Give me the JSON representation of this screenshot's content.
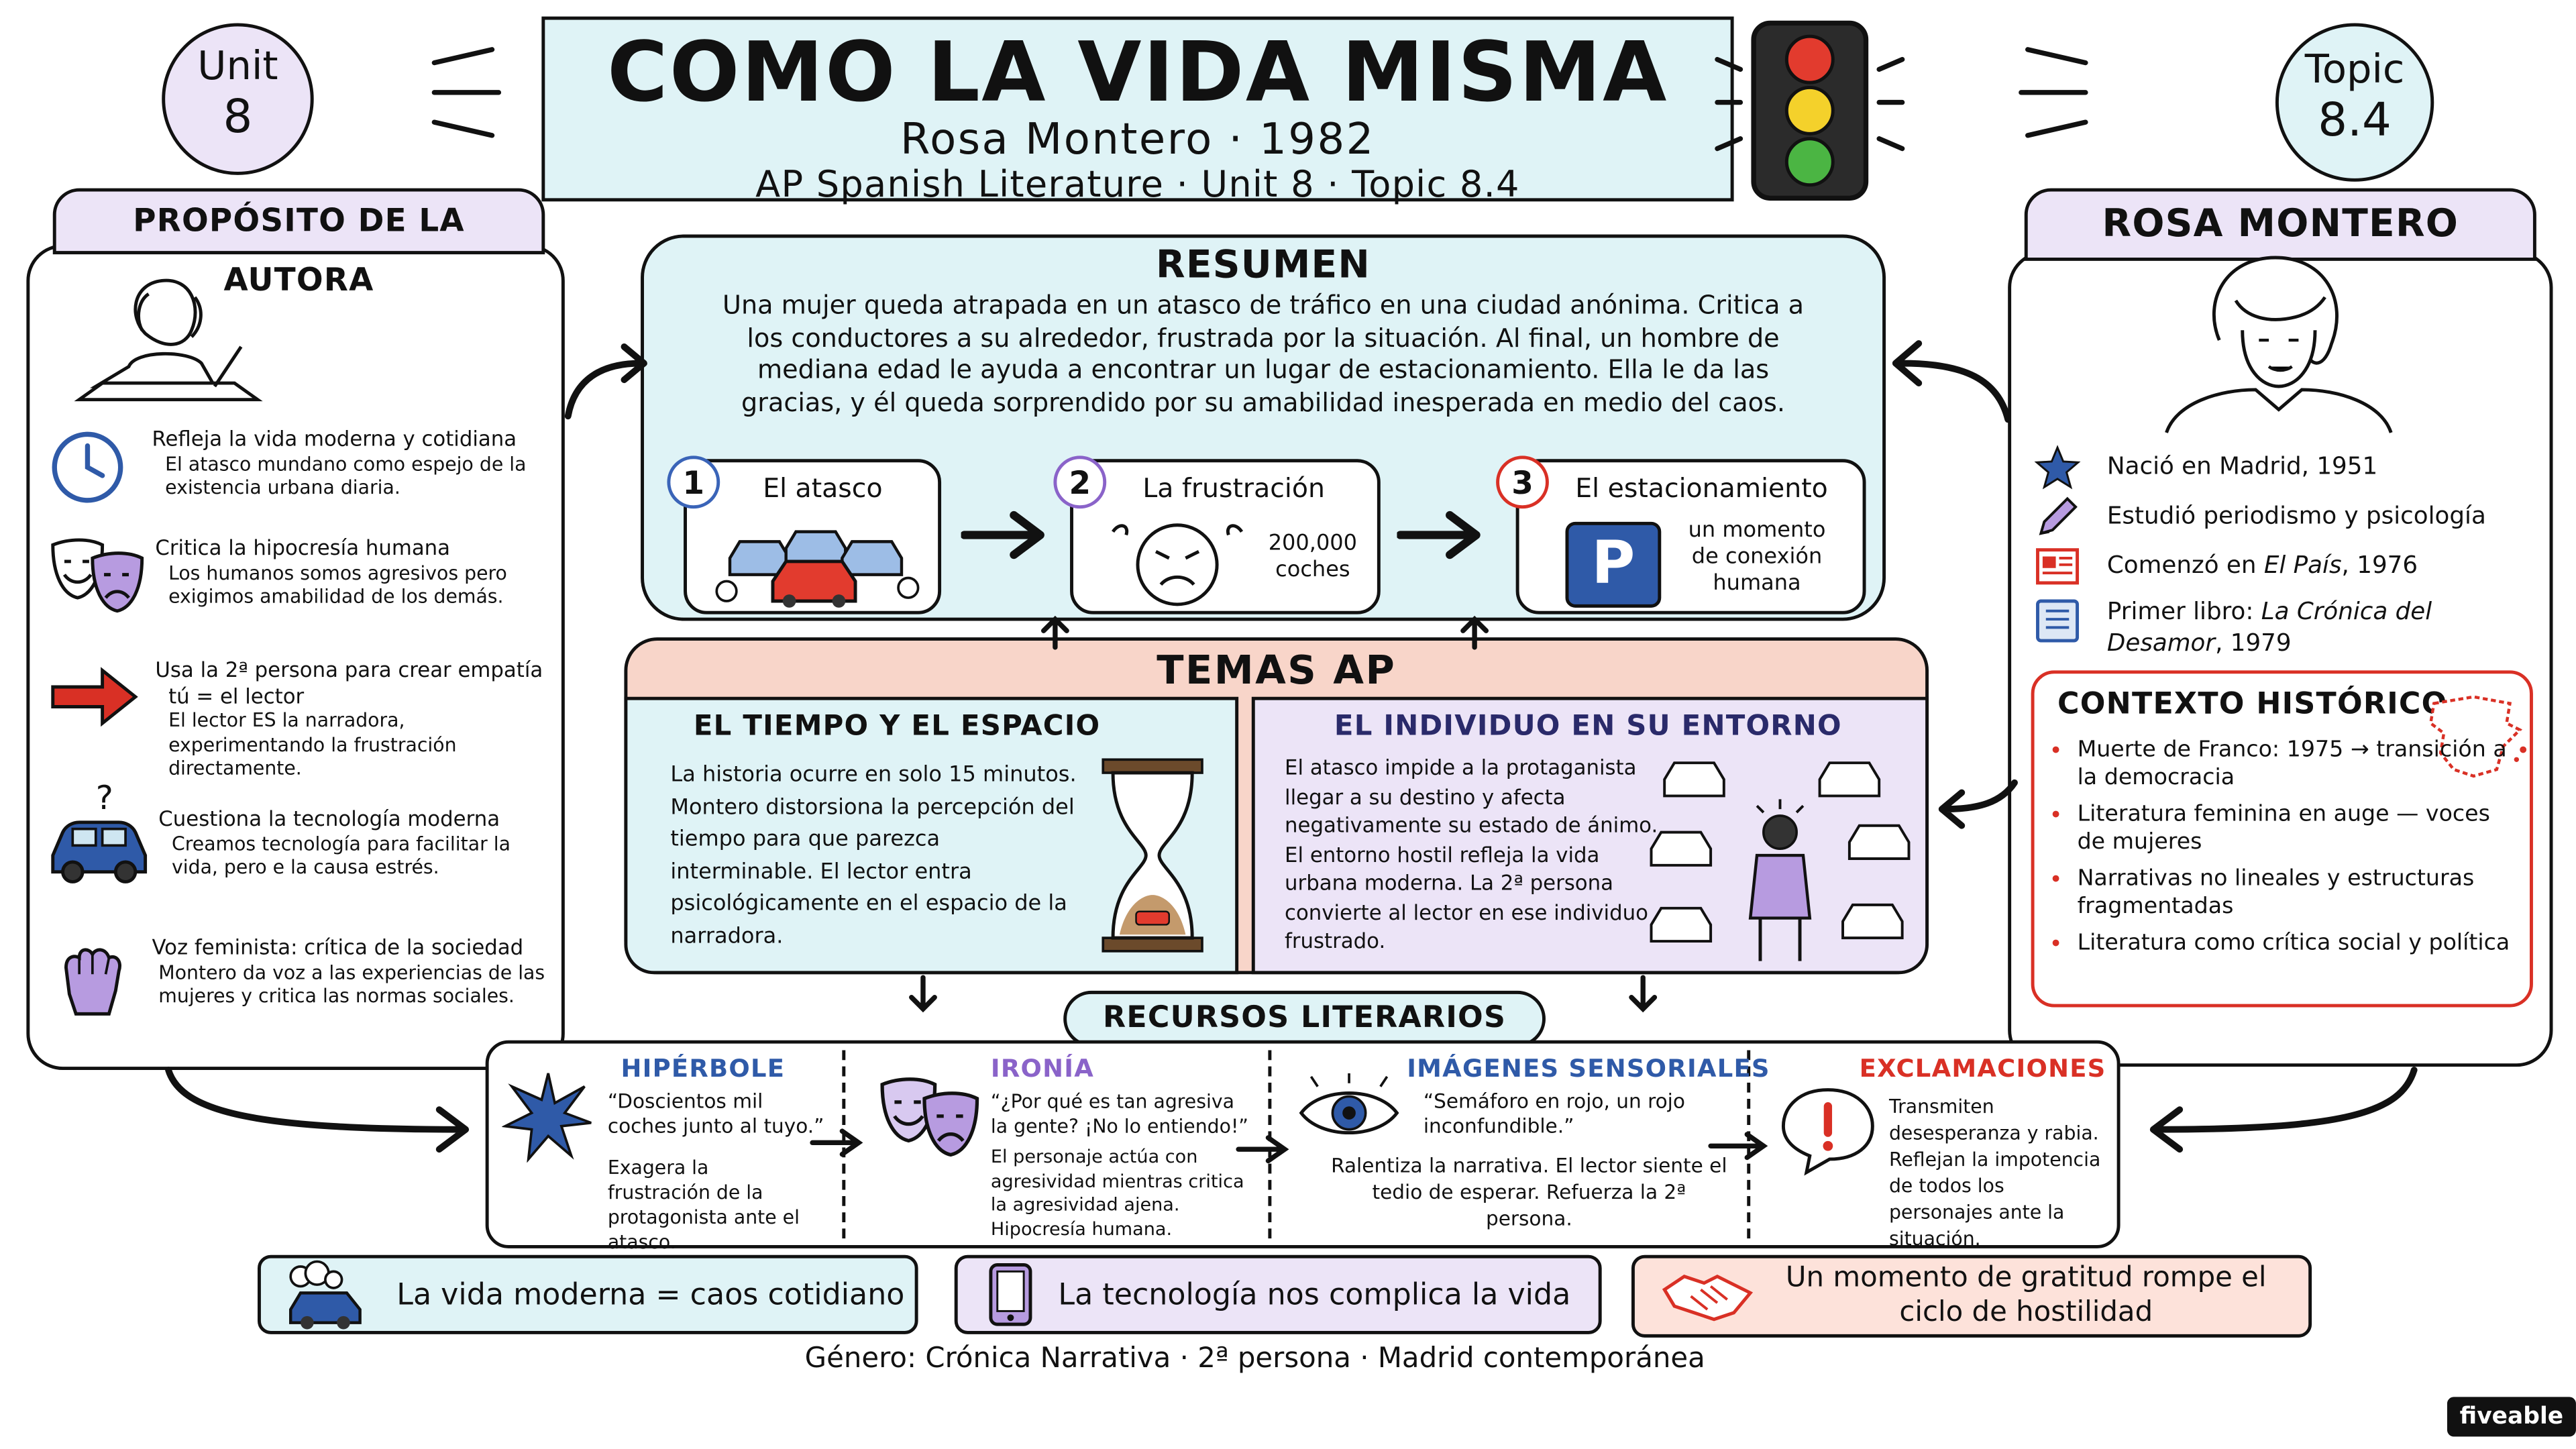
{
  "header": {
    "title": "COMO LA VIDA MISMA",
    "author_year": "Rosa Montero · 1982",
    "course": "AP Spanish Literature · Unit 8 · Topic 8.4",
    "unit_badge": [
      "Unit",
      "8"
    ],
    "topic_badge": [
      "Topic",
      "8.4"
    ]
  },
  "proposito": {
    "title": "PROPÓSITO DE LA AUTORA",
    "items": [
      {
        "icon": "clock-icon",
        "head": "Refleja la vida moderna y cotidiana",
        "body": "El atasco mundano como espejo de la existencia urbana diaria."
      },
      {
        "icon": "theater-masks-icon",
        "head": "Critica la hipocresía humana",
        "body": "Los humanos somos agresivos pero exigimos amabilidad de los demás."
      },
      {
        "icon": "red-arrow-icon",
        "head": "Usa la 2ª persona para crear empatía",
        "line2": "tú = el lector",
        "body": "El lector ES la narradora, experimentando la frustración directamente."
      },
      {
        "icon": "car-question-icon",
        "head": "Cuestiona la tecnología moderna",
        "body": "Creamos tecnología para facilitar la vida, pero e la causa estrés."
      },
      {
        "icon": "raised-fist-icon",
        "head": "Voz feminista: crítica de la sociedad",
        "body": "Montero da voz a las experiencias de las mujeres y critica las normas sociales."
      }
    ]
  },
  "resumen": {
    "title": "RESUMEN",
    "text": "Una mujer queda atrapada en un atasco de tráfico en una ciudad anónima. Critica a los conductores a su alrededor, frustrada por la situación. Al final, un hombre de mediana edad le ayuda a encontrar un lugar de estacionamiento. Ella le da las gracias, y él queda sorprendido por su amabilidad inesperada en medio del caos.",
    "steps": [
      {
        "num": "1",
        "label": "El atasco",
        "color": "#3a64b8"
      },
      {
        "num": "2",
        "label": "La frustración",
        "color": "#8a63c9",
        "note": "200,000 coches"
      },
      {
        "num": "3",
        "label": "El estacionamiento",
        "color": "#d93025",
        "note": "un momento de conexión humana",
        "sign": "P"
      }
    ]
  },
  "rosa": {
    "title": "ROSA MONTERO",
    "facts": [
      {
        "icon": "star-icon",
        "text": "Nació en Madrid, 1951"
      },
      {
        "icon": "pen-icon",
        "text": "Estudió periodismo y psicología"
      },
      {
        "icon": "newspaper-icon",
        "text_a": "Comenzó en ",
        "text_b": "El País",
        "text_c": ", 1976"
      },
      {
        "icon": "book-icon",
        "text_a": "Primer libro: ",
        "text_b": "La Crónica del Desamor",
        "text_c": ", 1979"
      }
    ]
  },
  "contexto": {
    "title": "CONTEXTO HISTÓRICO",
    "items": [
      "Muerte de Franco: 1975 → transición a la democracia",
      "Literatura feminina en auge — voces de mujeres",
      "Narrativas no lineales y estructuras fragmentadas",
      "Literatura como crítica social y política"
    ]
  },
  "temas": {
    "title": "TEMAS AP",
    "tiempo": {
      "title": "EL TIEMPO Y EL ESPACIO",
      "text": "La historia ocurre en solo 15 minutos. Montero distorsiona la percepción del tiempo para que parezca interminable. El lector entra psicológicamente en el espacio de la narradora."
    },
    "individuo": {
      "title": "EL INDIVIDUO EN SU ENTORNO",
      "text": "El atasco impide a la protaganista llegar a su destino y afecta negativamente su estado de ánimo. El entorno hostil refleja la vida urbana moderna. La 2ª persona convierte al lector en ese individuo frustrado."
    }
  },
  "recursos": {
    "title": "RECURSOS LITERARIOS",
    "items": [
      {
        "title": "HIPÉRBOLE",
        "color": "#2f5aa8",
        "quote": "“Doscientos mil coches junto al tuyo.”",
        "body": "Exagera la frustración de la protagonista ante el atasco."
      },
      {
        "title": "IRONÍA",
        "color": "#8a63c9",
        "quote": "“¿Por qué es tan agresiva la gente? ¡No lo entiendo!”",
        "body": "El personaje actúa con agresividad mientras critica la agresividad ajena. Hipocresía humana."
      },
      {
        "title": "IMÁGENES SENSORIALES",
        "color": "#2f5aa8",
        "quote": "“Semáforo en rojo, un rojo inconfundible.”",
        "body": "Ralentiza la narrativa. El lector siente el tedio de esperar. Refuerza la 2ª persona."
      },
      {
        "title": "EXCLAMACIONES",
        "color": "#d93025",
        "quote": "",
        "body": "Transmiten desesperanza y rabia. Reflejan la impotencia de todos los personajes ante la situación."
      }
    ]
  },
  "bottom": {
    "pills": [
      {
        "text": "La vida moderna = caos cotidiano",
        "bg": "#dff3f6"
      },
      {
        "text": "La tecnología nos complica la vida",
        "bg": "#ece4f7"
      },
      {
        "text": "Un momento de gratitud rompe el ciclo de hostilidad",
        "bg": "#fde2da"
      }
    ],
    "genre": "Género: Crónica Narrativa · 2ª persona · Madrid contemporánea",
    "brand": "fiveable"
  },
  "colors": {
    "cyan": "#dff3f6",
    "lavender": "#ece4f7",
    "salmon": "#f8d5c9",
    "red": "#d93025",
    "blue": "#2f5aa8",
    "purple": "#8a63c9"
  }
}
